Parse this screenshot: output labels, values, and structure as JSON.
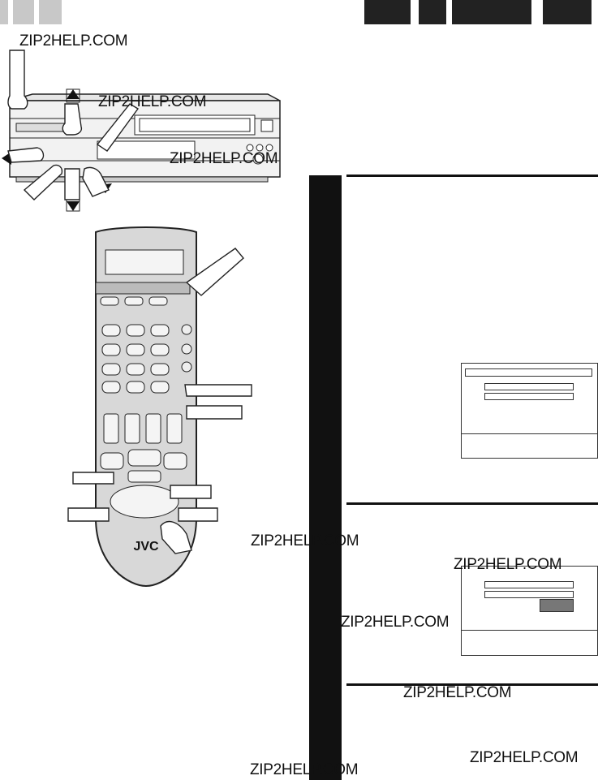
{
  "watermarks": {
    "w1": "ZIP2HELP.COM",
    "w2": "ZIP2HELP.COM",
    "w3": "ZIP2HELP.COM",
    "w4": "ZIP2HELP.COM",
    "w5": "ZIP2HELP.COM",
    "w6": "ZIP2HELP.COM",
    "w7": "ZIP2HELP.COM",
    "w8": "ZIP2HELP.COM",
    "w9": "ZIP2HELP.COM"
  },
  "remote": {
    "brand": "JVC"
  },
  "icons": [
    "hand-pointer-icon",
    "arrow-up-icon",
    "arrow-down-icon",
    "arrow-left-icon",
    "arrow-right-icon"
  ]
}
